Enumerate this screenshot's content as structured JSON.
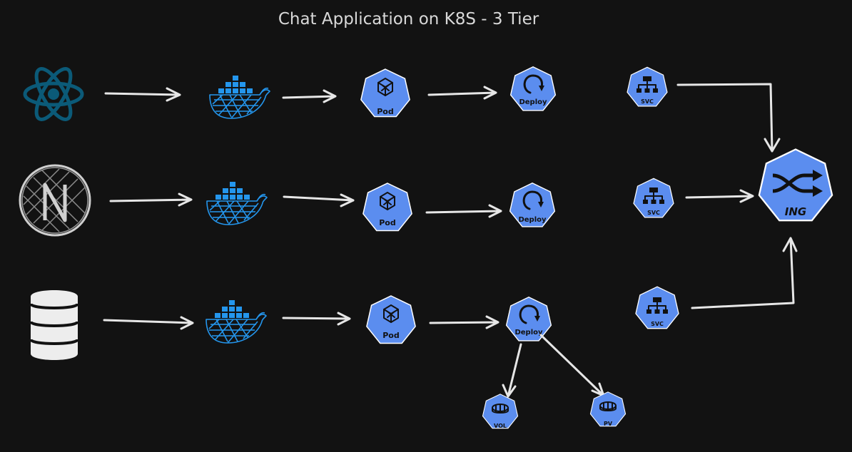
{
  "title": "Chat Application on K8S - 3 Tier",
  "labels": {
    "pod": "Pod",
    "deploy": "Deploy",
    "svc": "SVC",
    "ing": "ING",
    "vol": "VOL",
    "pv": "PV"
  },
  "icons": {
    "frontend": "react-icon",
    "backend": "nodejs-icon",
    "database": "database-icon",
    "container": "docker-icon"
  },
  "colors": {
    "background": "#121212",
    "k8s_blue": "#5b8def",
    "docker_blue": "#2496ed",
    "react": "#0b5a78",
    "arrow": "#e6e6e6"
  }
}
